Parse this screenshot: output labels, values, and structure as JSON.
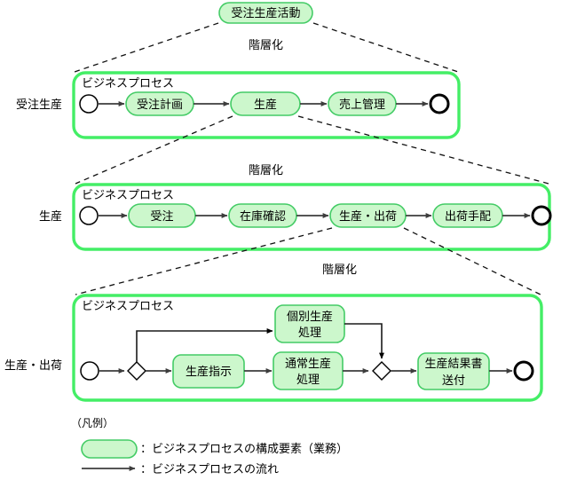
{
  "diagram": {
    "root_node": {
      "label": "受注生産活動"
    },
    "hierarchy_labels": [
      "階層化",
      "階層化",
      "階層化"
    ],
    "box_title": "ビジネスプロセス",
    "rows": [
      {
        "row_label": "受注生産",
        "container_title": "ビジネスプロセス",
        "nodes": [
          {
            "kind": "start",
            "label": ""
          },
          {
            "kind": "task",
            "label": "受注計画"
          },
          {
            "kind": "task",
            "label": "生産"
          },
          {
            "kind": "task",
            "label": "売上管理"
          },
          {
            "kind": "end",
            "label": ""
          }
        ]
      },
      {
        "row_label": "生産",
        "container_title": "ビジネスプロセス",
        "nodes": [
          {
            "kind": "start",
            "label": ""
          },
          {
            "kind": "task",
            "label": "受注"
          },
          {
            "kind": "task",
            "label": "在庫確認"
          },
          {
            "kind": "task",
            "label": "生産・出荷"
          },
          {
            "kind": "task",
            "label": "出荷手配"
          },
          {
            "kind": "end",
            "label": ""
          }
        ]
      },
      {
        "row_label": "生産・出荷",
        "container_title": "ビジネスプロセス",
        "nodes": [
          {
            "kind": "start",
            "label": ""
          },
          {
            "kind": "decision",
            "label": ""
          },
          {
            "kind": "task",
            "label": "生産指示"
          },
          {
            "kind": "task",
            "label": "個別生産\n処理"
          },
          {
            "kind": "task",
            "label": "通常生産\n処理"
          },
          {
            "kind": "decision",
            "label": ""
          },
          {
            "kind": "task",
            "label": "生産結果書\n送付"
          },
          {
            "kind": "end",
            "label": ""
          }
        ]
      }
    ],
    "node_texts": {
      "r1n1": "受注計画",
      "r1n2": "生産",
      "r1n3": "売上管理",
      "r2n1": "受注",
      "r2n2": "在庫確認",
      "r2n3": "生産・出荷",
      "r2n4": "出荷手配",
      "r3n1": "生産指示",
      "r3n2a": "個別生産",
      "r3n2b": "処理",
      "r3n3a": "通常生産",
      "r3n3b": "処理",
      "r3n4a": "生産結果書",
      "r3n4b": "送付"
    },
    "legend": {
      "title": "（凡例）",
      "items": [
        {
          "icon": "rounded-rect-green",
          "text": "：ビジネスプロセスの構成要素（業務）"
        },
        {
          "icon": "arrow-line",
          "text": "：ビジネスプロセスの流れ"
        }
      ]
    },
    "colors": {
      "node_fill": "#ccf7cc",
      "node_stroke": "#44cc66",
      "container_stroke": "#44ee66",
      "arrow": "#4d4d4d",
      "text": "#000000",
      "dashed": "#111111",
      "background": "#ffffff"
    }
  }
}
